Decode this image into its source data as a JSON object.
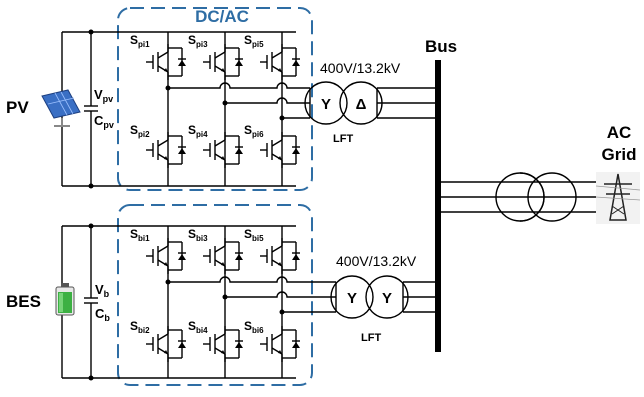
{
  "title": "DC/AC",
  "bus_label": "Bus",
  "pv": {
    "label": "PV",
    "cap_voltage": {
      "main": "V",
      "sub": "pv"
    },
    "cap_name": {
      "main": "C",
      "sub": "pv"
    },
    "switches": [
      {
        "main": "S",
        "sub": "pi1"
      },
      {
        "main": "S",
        "sub": "pi3"
      },
      {
        "main": "S",
        "sub": "pi5"
      },
      {
        "main": "S",
        "sub": "pi2"
      },
      {
        "main": "S",
        "sub": "pi4"
      },
      {
        "main": "S",
        "sub": "pi6"
      }
    ],
    "transformer_rating": "400V/13.2kV",
    "transformer_primary": "Y",
    "transformer_secondary": "Δ",
    "transformer_name": "LFT"
  },
  "bes": {
    "label": "BES",
    "cap_voltage": {
      "main": "V",
      "sub": "b"
    },
    "cap_name": {
      "main": "C",
      "sub": "b"
    },
    "switches": [
      {
        "main": "S",
        "sub": "bi1"
      },
      {
        "main": "S",
        "sub": "bi3"
      },
      {
        "main": "S",
        "sub": "bi5"
      },
      {
        "main": "S",
        "sub": "bi2"
      },
      {
        "main": "S",
        "sub": "bi4"
      },
      {
        "main": "S",
        "sub": "bi6"
      }
    ],
    "transformer_rating": "400V/13.2kV",
    "transformer_primary": "Y",
    "transformer_secondary": "Y",
    "transformer_name": "LFT"
  },
  "grid": {
    "line1": "AC",
    "line2": "Grid"
  },
  "colors": {
    "dashed_box": "#2e6da4",
    "title": "#2e6da4",
    "panel": "#3a6fc4",
    "battery": "#3cb043"
  }
}
